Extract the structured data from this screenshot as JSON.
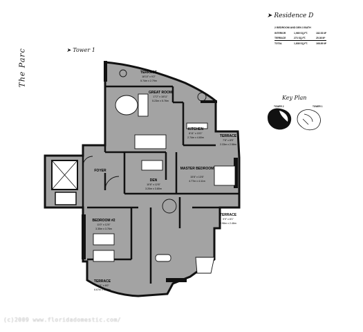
{
  "header": {
    "building_title": "The Parc",
    "tower_label": "Tower 1",
    "residence_title": "Residence D",
    "residence_subtitle": "2 BEDROOM AND DEN 3 BATH",
    "areas": [
      {
        "label": "INTERIOR",
        "sqft": "1,965 SQ.FT.",
        "sqm": "182.53 M²"
      },
      {
        "label": "TERRACE",
        "sqft": "273 SQ.FT.",
        "sqm": "25.36 M²"
      },
      {
        "label": "TOTAL",
        "sqft": "1,838 SQ.FT.",
        "sqm": "168.89 M²"
      }
    ]
  },
  "keyplan": {
    "title": "Key Plan",
    "tower2_label": "TOWER 2",
    "tower1_label": "TOWER 1"
  },
  "rooms": {
    "terrace_top": {
      "name": "TERRACE",
      "dims": "18'10\" x 9'2\"",
      "metric": "5.74m x 2.79m"
    },
    "great_room": {
      "name": "GREAT ROOM",
      "dims": "17'2\" x 18'11\"",
      "metric": "5.23m x 5.76m"
    },
    "kitchen": {
      "name": "KITCHEN",
      "dims": "8'11\" x 15'1\"",
      "metric": "2.74m x 4.60m"
    },
    "terrace_right_top": {
      "name": "TERRACE",
      "dims": "7'8\" x 8'5\"",
      "metric": "2.33m x 2.56m"
    },
    "foyer": {
      "name": "FOYER"
    },
    "den": {
      "name": "DEN",
      "dims": "10'6\" x 12'6\"",
      "metric": "3.20m x 3.80m"
    },
    "master_bedroom": {
      "name": "MASTER BEDROOM",
      "dims": "15'8\" x 13'6\"",
      "metric": "4.77m x 4.11m"
    },
    "terrace_right_mid": {
      "name": "TERRACE",
      "dims": "9'9\" x 8'1\"",
      "metric": "2.96m x 2.46m"
    },
    "bedroom2": {
      "name": "BEDROOM #2",
      "dims": "11'0\" x 12'4\"",
      "metric": "3.35m x 3.76m"
    },
    "terrace_bottom": {
      "name": "TERRACE",
      "dims": "21'11\" x 6'0\"",
      "metric": "6.67m x 1.83m"
    }
  },
  "watermark": "(c)2009 www.floridadomestic.com/",
  "colors": {
    "floor": "#a3a3a3",
    "wall": "#111111",
    "paper": "#ffffff"
  },
  "icons": [
    "compass-arrow-icon",
    "elevator-icon",
    "bed-icon",
    "sofa-icon",
    "dining-table-icon",
    "bathtub-icon"
  ]
}
